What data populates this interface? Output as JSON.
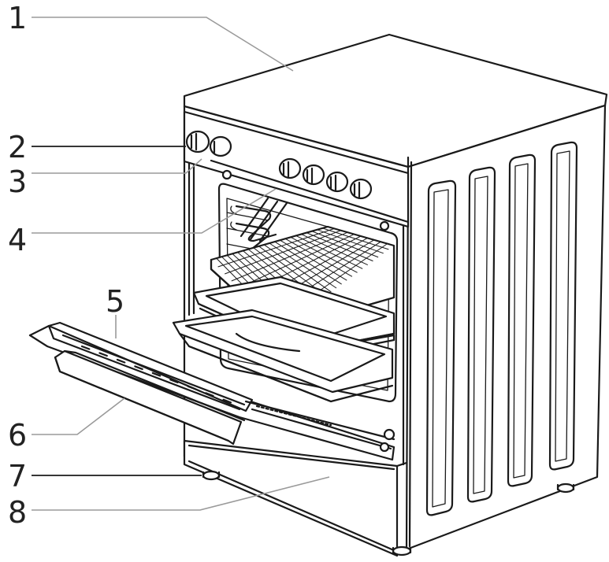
{
  "callouts": [
    {
      "id": 1,
      "label": "1"
    },
    {
      "id": 2,
      "label": "2"
    },
    {
      "id": 3,
      "label": "3"
    },
    {
      "id": 4,
      "label": "4"
    },
    {
      "id": 5,
      "label": "5"
    },
    {
      "id": 6,
      "label": "6"
    },
    {
      "id": 7,
      "label": "7"
    },
    {
      "id": 8,
      "label": "8"
    }
  ],
  "colors": {
    "line": "#1a1a1a",
    "leader": "#9a9a9a",
    "background": "#ffffff"
  }
}
